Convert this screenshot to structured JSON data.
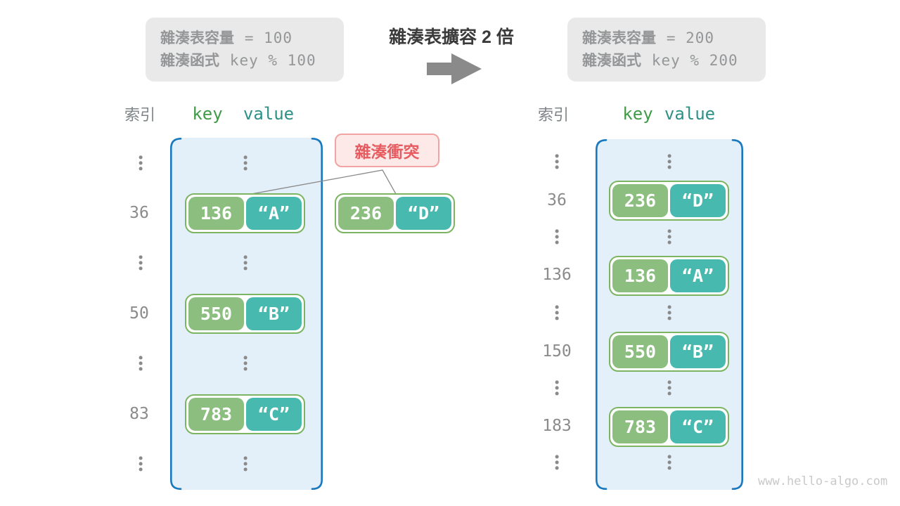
{
  "header_area": {
    "before_box": {
      "label1": "雜湊表容量",
      "value1": "= 100",
      "label2": "雜湊函式",
      "value2": "key % 100"
    },
    "expand_title": "雜湊表擴容 2 倍",
    "after_box": {
      "label1": "雜湊表容量",
      "value1": "= 200",
      "label2": "雜湊函式",
      "value2": "key % 200"
    }
  },
  "collision_label": "雜湊衝突",
  "floating_pair": {
    "key": "236",
    "value": "“D”"
  },
  "left_table": {
    "header": {
      "index": "索引",
      "key": "key",
      "value": "value"
    },
    "pairs": [
      {
        "index": "36",
        "key": "136",
        "value": "“A”"
      },
      {
        "index": "50",
        "key": "550",
        "value": "“B”"
      },
      {
        "index": "83",
        "key": "783",
        "value": "“C”"
      }
    ]
  },
  "right_table": {
    "header": {
      "index": "索引",
      "key": "key",
      "value": "value"
    },
    "pairs": [
      {
        "index": "36",
        "key": "236",
        "value": "“D”"
      },
      {
        "index": "136",
        "key": "136",
        "value": "“A”"
      },
      {
        "index": "150",
        "key": "550",
        "value": "“B”"
      },
      {
        "index": "183",
        "key": "783",
        "value": "“C”"
      }
    ]
  },
  "watermark": "www.hello-algo.com",
  "colors": {
    "key_green": "#8cbe7f",
    "value_teal": "#48b9af",
    "pair_border_green": "#7cb561",
    "table_fill_blue": "#e3eff9",
    "table_border_blue": "#1979c0",
    "collision_text_red": "#e75c60",
    "collision_bg_pink": "#fce9e8",
    "collision_border_pink": "#f2a3a3",
    "info_box_gray": "#e9e9e9",
    "muted_text_gray": "#949698",
    "arrow_gray": "#8a8a8a",
    "header_key_green": "#3f9b48",
    "header_value_teal": "#2e9186",
    "title_dark": "#3b3b3b"
  },
  "icons": {
    "expand_arrow": "right-arrow"
  }
}
